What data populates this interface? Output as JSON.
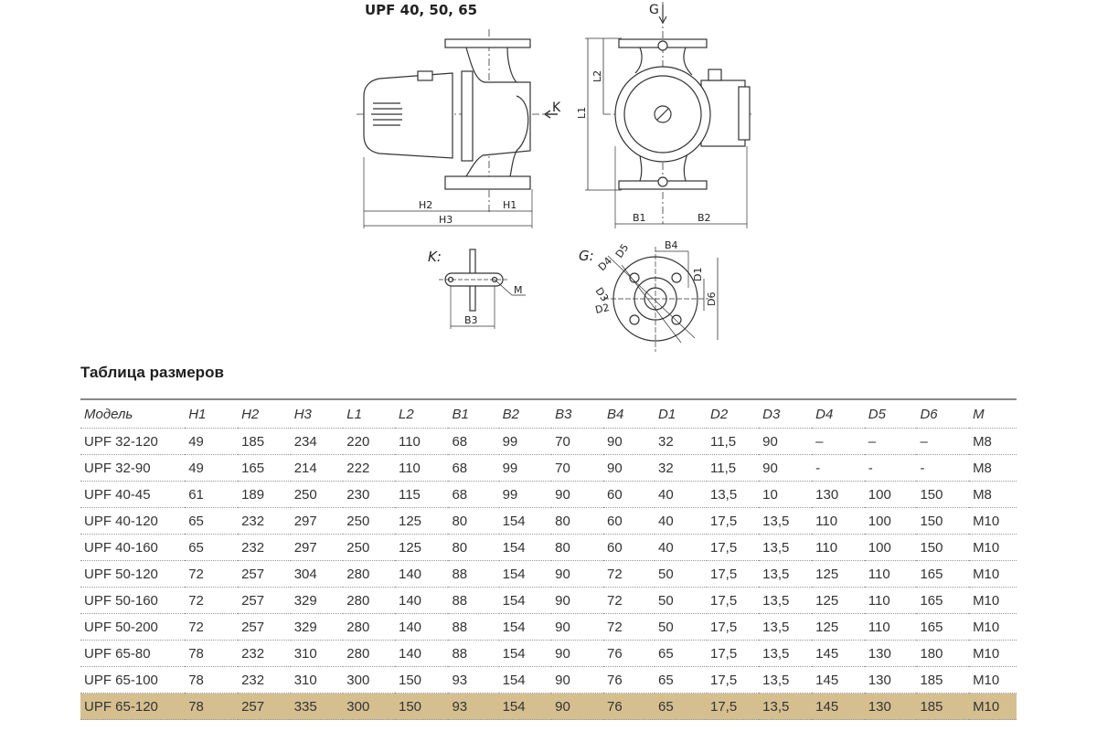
{
  "diagram": {
    "title": "UPF 40, 50, 65",
    "labels": {
      "G": "G",
      "K": "K",
      "L1": "L1",
      "L2": "L2",
      "H1": "H1",
      "H2": "H2",
      "H3": "H3",
      "B1": "B1",
      "B2": "B2",
      "B3": "B3",
      "B4": "B4",
      "M": "M",
      "K_view": "K:",
      "G_view": "G:",
      "D1": "D1",
      "D2": "D2",
      "D3": "D3",
      "D4": "D4",
      "D5": "D5",
      "D6": "D6"
    }
  },
  "table": {
    "title": "Таблица размеров",
    "headers": [
      "Модель",
      "H1",
      "H2",
      "H3",
      "L1",
      "L2",
      "B1",
      "B2",
      "B3",
      "B4",
      "D1",
      "D2",
      "D3",
      "D4",
      "D5",
      "D6",
      "M"
    ],
    "highlight_color": "#d5bf8f",
    "rows": [
      [
        "UPF 32-120",
        "49",
        "185",
        "234",
        "220",
        "110",
        "68",
        "99",
        "70",
        "90",
        "32",
        "11,5",
        "90",
        "–",
        "–",
        "–",
        "M8"
      ],
      [
        "UPF 32-90",
        "49",
        "165",
        "214",
        "222",
        "110",
        "68",
        "99",
        "70",
        "90",
        "32",
        "11,5",
        "90",
        "-",
        "-",
        "-",
        "M8"
      ],
      [
        "UPF 40-45",
        "61",
        "189",
        "250",
        "230",
        "115",
        "68",
        "99",
        "90",
        "60",
        "40",
        "13,5",
        "10",
        "130",
        "100",
        "150",
        "M8"
      ],
      [
        "UPF 40-120",
        "65",
        "232",
        "297",
        "250",
        "125",
        "80",
        "154",
        "80",
        "60",
        "40",
        "17,5",
        "13,5",
        "110",
        "100",
        "150",
        "M10"
      ],
      [
        "UPF 40-160",
        "65",
        "232",
        "297",
        "250",
        "125",
        "80",
        "154",
        "80",
        "60",
        "40",
        "17,5",
        "13,5",
        "110",
        "100",
        "150",
        "M10"
      ],
      [
        "UPF 50-120",
        "72",
        "257",
        "304",
        "280",
        "140",
        "88",
        "154",
        "90",
        "72",
        "50",
        "17,5",
        "13,5",
        "125",
        "110",
        "165",
        "M10"
      ],
      [
        "UPF 50-160",
        "72",
        "257",
        "329",
        "280",
        "140",
        "88",
        "154",
        "90",
        "72",
        "50",
        "17,5",
        "13,5",
        "125",
        "110",
        "165",
        "M10"
      ],
      [
        "UPF 50-200",
        "72",
        "257",
        "329",
        "280",
        "140",
        "88",
        "154",
        "90",
        "72",
        "50",
        "17,5",
        "13,5",
        "125",
        "110",
        "165",
        "M10"
      ],
      [
        "UPF 65-80",
        "78",
        "232",
        "310",
        "280",
        "140",
        "88",
        "154",
        "90",
        "76",
        "65",
        "17,5",
        "13,5",
        "145",
        "130",
        "180",
        "M10"
      ],
      [
        "UPF 65-100",
        "78",
        "232",
        "310",
        "300",
        "150",
        "93",
        "154",
        "90",
        "76",
        "65",
        "17,5",
        "13,5",
        "145",
        "130",
        "185",
        "M10"
      ],
      [
        "UPF 65-120",
        "78",
        "257",
        "335",
        "300",
        "150",
        "93",
        "154",
        "90",
        "76",
        "65",
        "17,5",
        "13,5",
        "145",
        "130",
        "185",
        "M10"
      ]
    ],
    "highlighted_row": 10
  }
}
